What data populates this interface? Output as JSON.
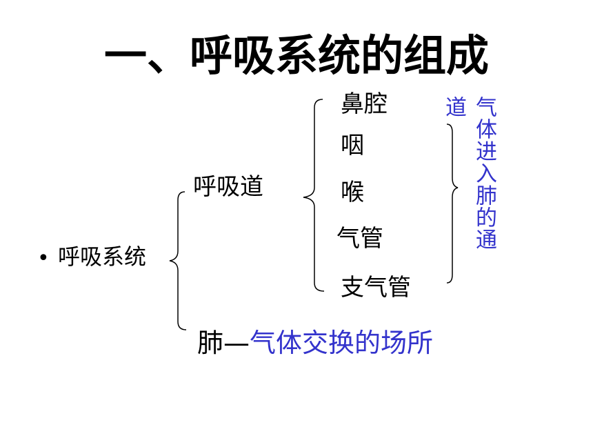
{
  "title": "一、呼吸系统的组成",
  "bullet": "•",
  "system_label": "呼吸系统",
  "airway_label": "呼吸道",
  "organs": [
    "鼻腔",
    "咽",
    "喉",
    "气管",
    "支气管"
  ],
  "lung_label": "肺",
  "lung_dash": "—",
  "lung_function": "气体交换的场所",
  "airway_function_col1": "气体进入肺的通",
  "airway_function_col2": "道",
  "colors": {
    "text": "#000000",
    "accent": "#3333cc"
  }
}
